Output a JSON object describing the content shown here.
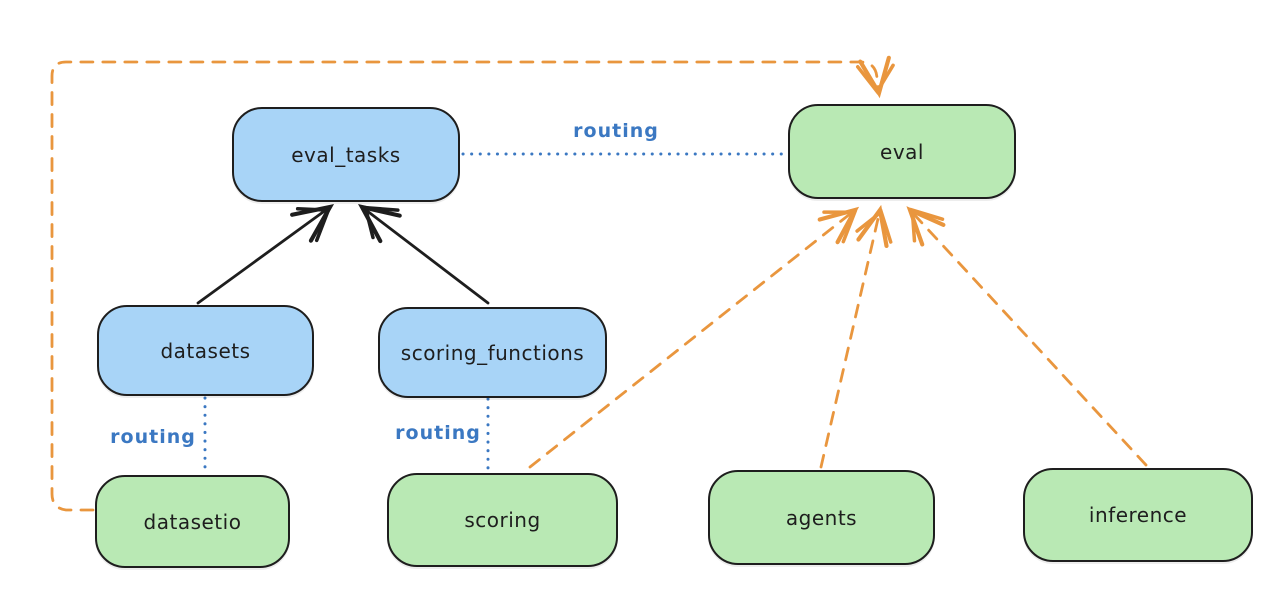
{
  "diagram": {
    "nodes": {
      "eval_tasks": {
        "label": "eval_tasks",
        "kind": "api"
      },
      "eval": {
        "label": "eval",
        "kind": "provider"
      },
      "datasets": {
        "label": "datasets",
        "kind": "api"
      },
      "scoring_functions": {
        "label": "scoring_functions",
        "kind": "api"
      },
      "datasetio": {
        "label": "datasetio",
        "kind": "provider"
      },
      "scoring": {
        "label": "scoring",
        "kind": "provider"
      },
      "agents": {
        "label": "agents",
        "kind": "provider"
      },
      "inference": {
        "label": "inference",
        "kind": "provider"
      }
    },
    "edges": {
      "eval_tasks_to_eval": {
        "label": "routing",
        "style": "dotted-blue"
      },
      "datasets_to_datasetio": {
        "label": "routing",
        "style": "dotted-blue"
      },
      "scoring_functions_to_scoring": {
        "label": "routing",
        "style": "dotted-blue"
      },
      "datasets_to_eval_tasks": {
        "style": "solid-black-arrow"
      },
      "scoring_functions_to_eval_tasks": {
        "style": "solid-black-arrow"
      },
      "datasetio_to_eval": {
        "style": "dashed-orange-arrow-loop"
      },
      "scoring_to_eval": {
        "style": "dashed-orange-arrow"
      },
      "agents_to_eval": {
        "style": "dashed-orange-arrow"
      },
      "inference_to_eval": {
        "style": "dashed-orange-arrow"
      }
    },
    "colors": {
      "api_node_fill": "#a8d4f7",
      "provider_node_fill": "#b9e9b4",
      "node_stroke": "#1e1e1e",
      "routing_blue": "#3b78c2",
      "orange_dashed": "#e9963e",
      "black_arrow": "#1e1e1e",
      "background": "#ffffff"
    }
  }
}
